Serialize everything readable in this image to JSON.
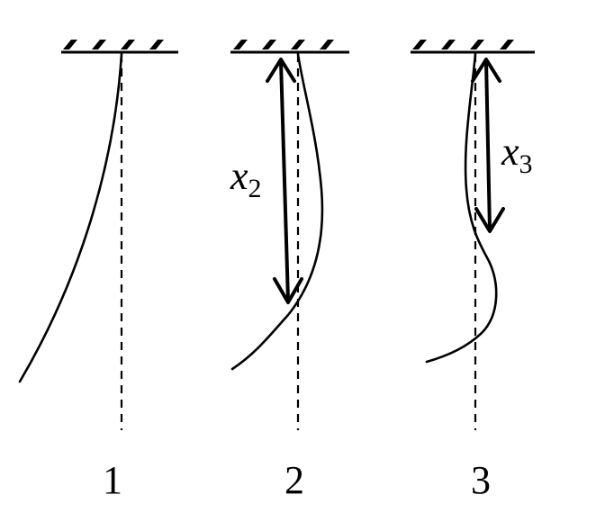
{
  "diagram": {
    "modes": [
      {
        "number": "1"
      },
      {
        "number": "2",
        "distance_label": {
          "var": "x",
          "sub": "2"
        }
      },
      {
        "number": "3",
        "distance_label": {
          "var": "x",
          "sub": "3"
        }
      }
    ]
  },
  "colors": {
    "ink": "#000000",
    "background": "#ffffff"
  }
}
